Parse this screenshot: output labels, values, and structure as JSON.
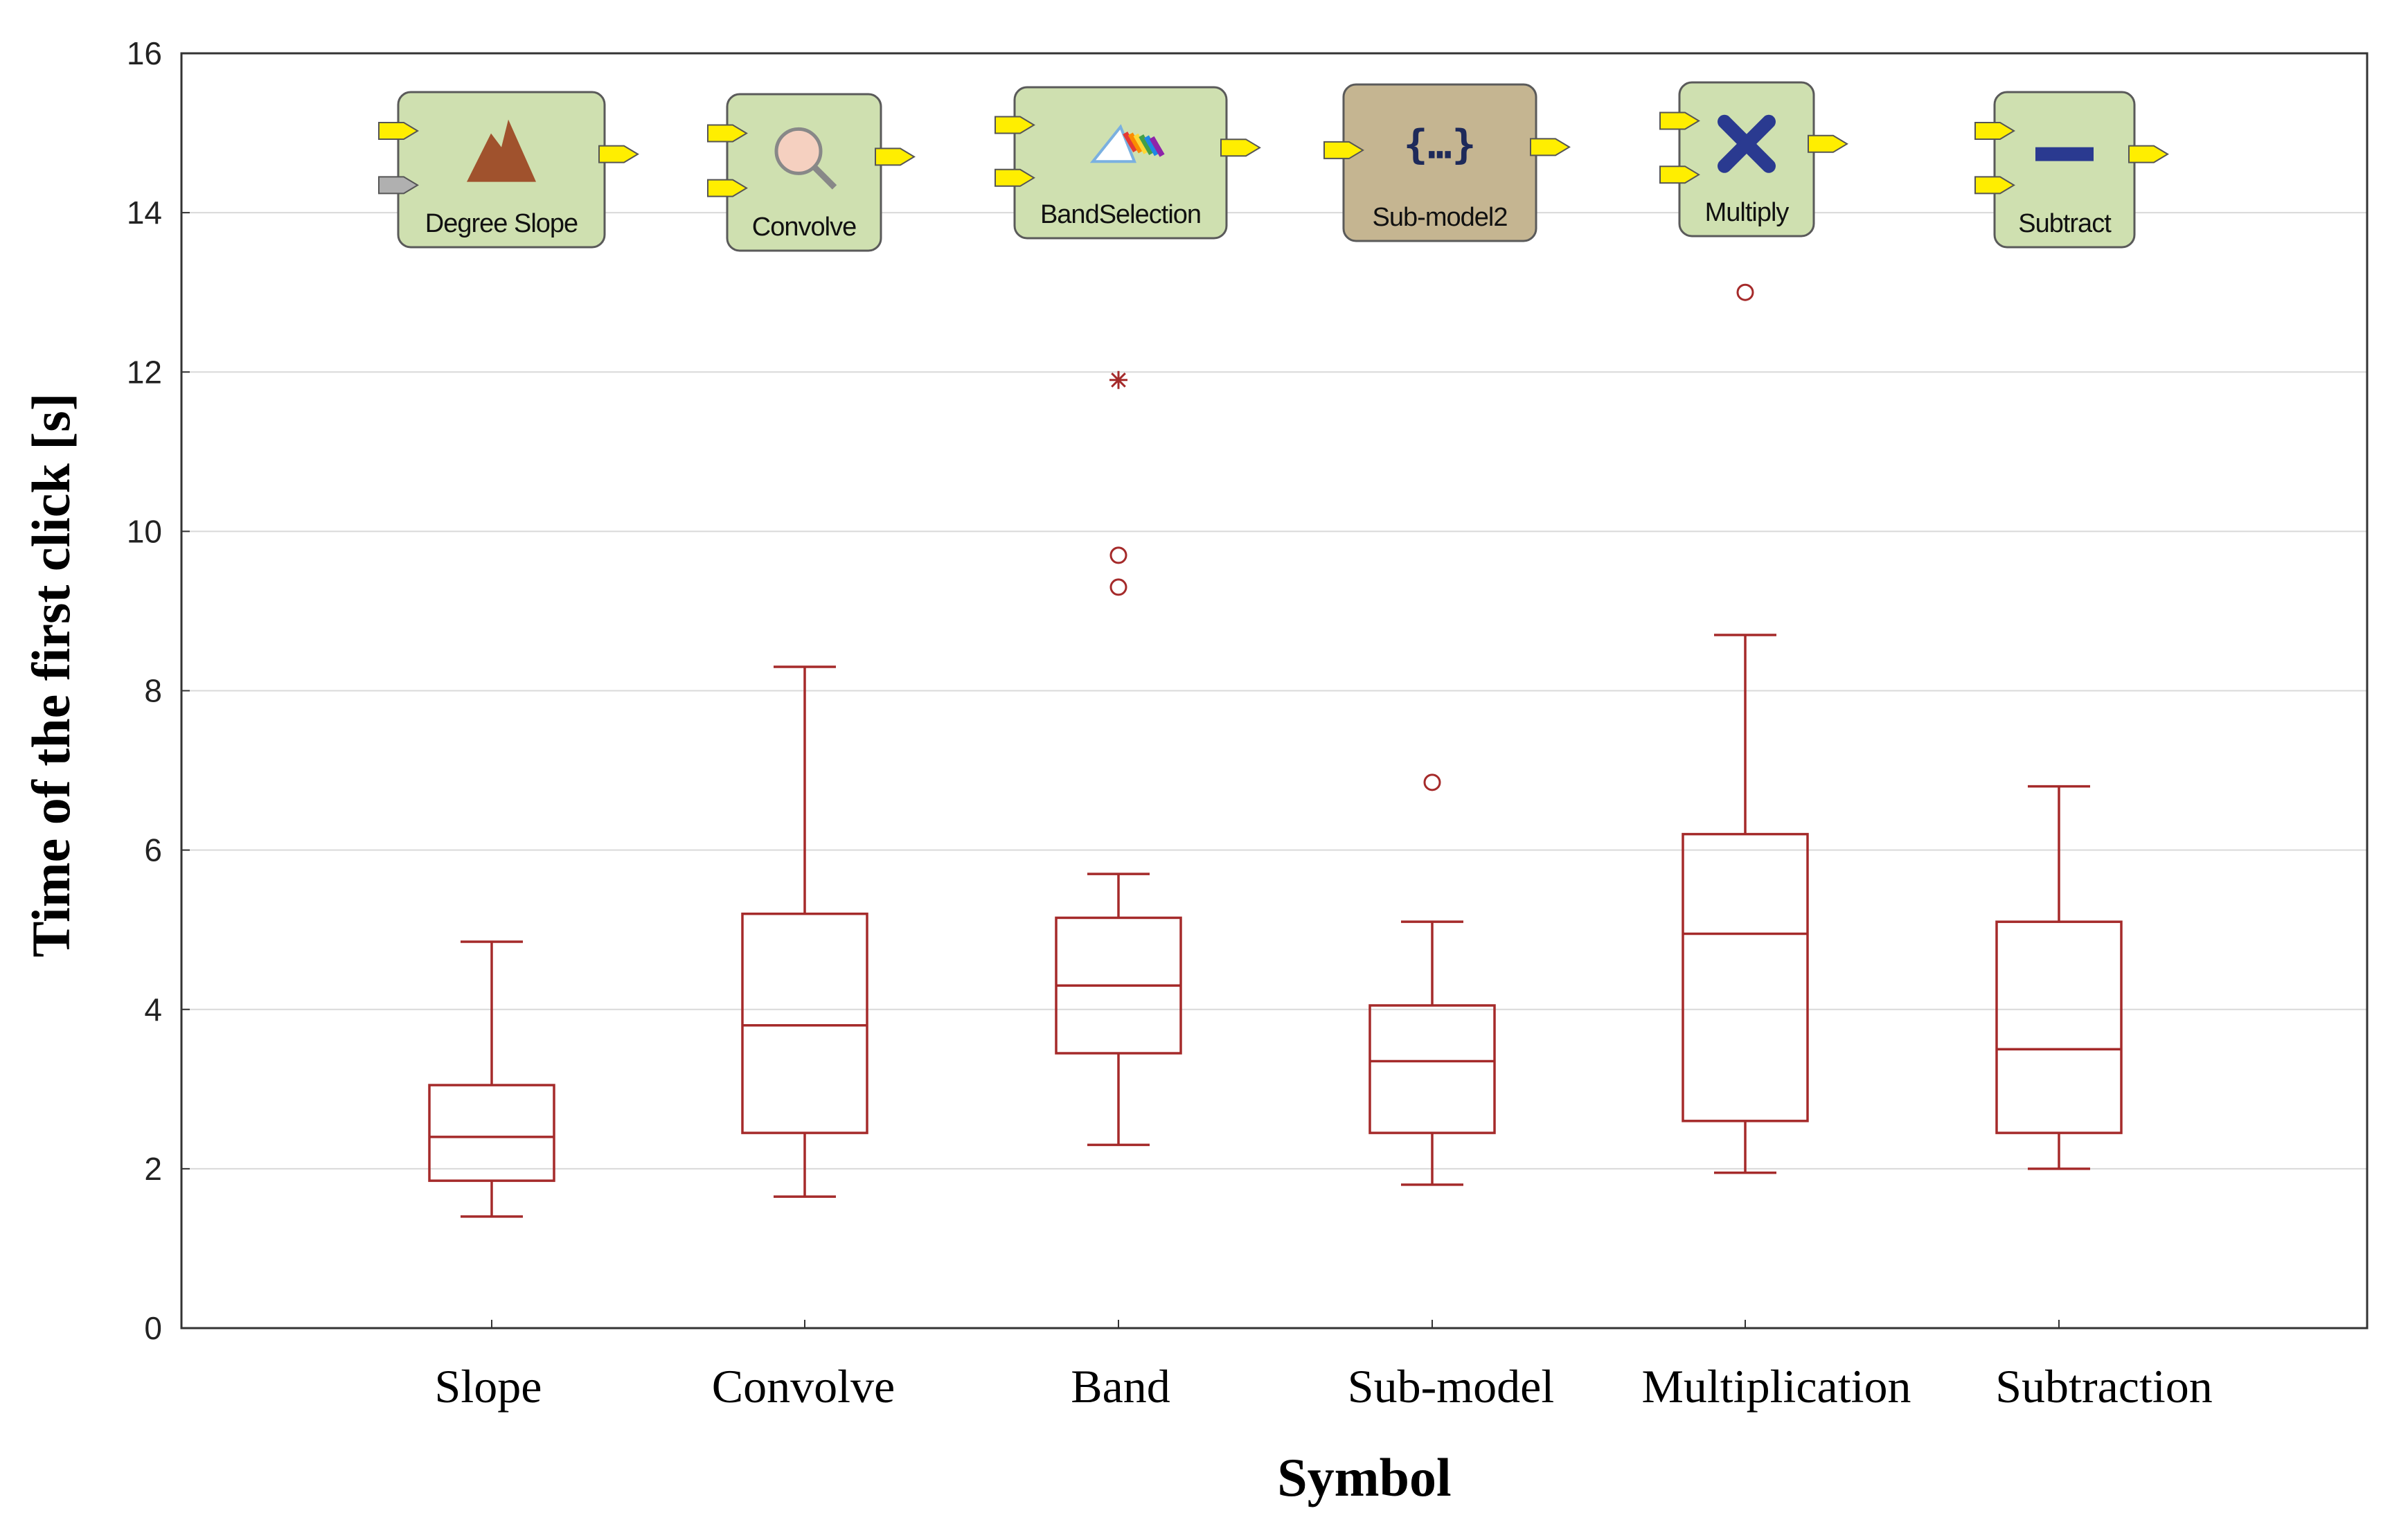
{
  "chart_data": {
    "type": "box",
    "xlabel": "Symbol",
    "ylabel": "Time of the first click [s]",
    "ylim": [
      0,
      16
    ],
    "yticks": [
      "0",
      "2",
      "4",
      "6",
      "8",
      "10",
      "12",
      "14",
      "16"
    ],
    "grid": "horizontal",
    "colors": {
      "box": "#a52a2a",
      "grid": "#d9d9d9",
      "axis": "#333333",
      "node_fill": "#cfe0b0",
      "node_fill_dark": "#c5b591",
      "port": "#ffee00"
    },
    "categories": [
      "Slope",
      "Convolve",
      "Band",
      "Sub-model",
      "Multiplication",
      "Subtraction"
    ],
    "boxes": [
      {
        "category": "Slope",
        "whisker_low": 1.4,
        "q1": 1.85,
        "median": 2.4,
        "q3": 3.05,
        "whisker_high": 4.85,
        "outliers": [],
        "extremes": []
      },
      {
        "category": "Convolve",
        "whisker_low": 1.65,
        "q1": 2.45,
        "median": 3.8,
        "q3": 5.2,
        "whisker_high": 8.3,
        "outliers": [],
        "extremes": []
      },
      {
        "category": "Band",
        "whisker_low": 2.3,
        "q1": 3.45,
        "median": 4.3,
        "q3": 5.15,
        "whisker_high": 5.7,
        "outliers": [
          9.7,
          9.3
        ],
        "extremes": [
          11.9
        ]
      },
      {
        "category": "Sub-model",
        "whisker_low": 1.8,
        "q1": 2.45,
        "median": 3.35,
        "q3": 4.05,
        "whisker_high": 5.1,
        "outliers": [
          6.85
        ],
        "extremes": []
      },
      {
        "category": "Multiplication",
        "whisker_low": 1.95,
        "q1": 2.6,
        "median": 4.95,
        "q3": 6.2,
        "whisker_high": 8.7,
        "outliers": [
          13.0
        ],
        "extremes": []
      },
      {
        "category": "Subtraction",
        "whisker_low": 2.0,
        "q1": 2.45,
        "median": 3.5,
        "q3": 5.1,
        "whisker_high": 6.8,
        "outliers": [],
        "extremes": []
      }
    ],
    "symbol_icons": [
      {
        "label": "Degree Slope",
        "icon": "mountain-slope-icon",
        "inputs": 2,
        "style": "green"
      },
      {
        "label": "Convolve",
        "icon": "magnifier-grid-icon",
        "inputs": 2,
        "style": "green"
      },
      {
        "label": "BandSelection",
        "icon": "prism-rainbow-icon",
        "inputs": 2,
        "style": "green"
      },
      {
        "label": "Sub-model2",
        "icon": "curly-braces-icon",
        "inputs": 1,
        "style": "brown"
      },
      {
        "label": "Multiply",
        "icon": "multiply-x-icon",
        "inputs": 2,
        "style": "green"
      },
      {
        "label": "Subtract",
        "icon": "minus-bar-icon",
        "inputs": 2,
        "style": "green"
      }
    ]
  }
}
